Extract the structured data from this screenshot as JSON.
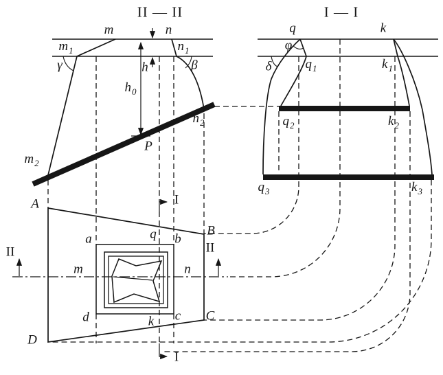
{
  "figure": {
    "colors": {
      "ink": "#161616",
      "background": "#ffffff"
    }
  },
  "labels": {
    "title_ii": {
      "base": "II — II"
    },
    "title_i": {
      "base": "I — I"
    },
    "m": {
      "base": "m"
    },
    "n": {
      "base": "n"
    },
    "m1": {
      "base": "m",
      "sub": "1"
    },
    "n1": {
      "base": "n",
      "sub": "1"
    },
    "m2": {
      "base": "m",
      "sub": "2"
    },
    "n2": {
      "base": "n",
      "sub": "2"
    },
    "gamma": {
      "base": "γ"
    },
    "beta": {
      "base": "β"
    },
    "h": {
      "base": "h"
    },
    "h0": {
      "base": "h",
      "sub": "0"
    },
    "P": {
      "base": "P"
    },
    "q": {
      "base": "q"
    },
    "k": {
      "base": "k"
    },
    "phi": {
      "base": "φ"
    },
    "delta": {
      "base": "δ"
    },
    "q1": {
      "base": "q",
      "sub": "1"
    },
    "q2": {
      "base": "q",
      "sub": "2"
    },
    "q3": {
      "base": "q",
      "sub": "3"
    },
    "k1": {
      "base": "k",
      "sub": "1"
    },
    "k2": {
      "base": "k",
      "sub": "2"
    },
    "k3": {
      "base": "k",
      "sub": "3"
    },
    "A": {
      "base": "A"
    },
    "B": {
      "base": "B"
    },
    "C": {
      "base": "C"
    },
    "D": {
      "base": "D"
    },
    "a": {
      "base": "a"
    },
    "b": {
      "base": "b"
    },
    "c": {
      "base": "c"
    },
    "d": {
      "base": "d"
    },
    "q_plan": {
      "base": "q"
    },
    "k_plan": {
      "base": "k"
    },
    "m_plan": {
      "base": "m"
    },
    "n_plan": {
      "base": "n"
    },
    "sec_i_top": {
      "base": "I"
    },
    "sec_i_bottom": {
      "base": "I"
    },
    "sec_ii_left": {
      "base": "II"
    },
    "sec_ii_right": {
      "base": "II"
    }
  }
}
